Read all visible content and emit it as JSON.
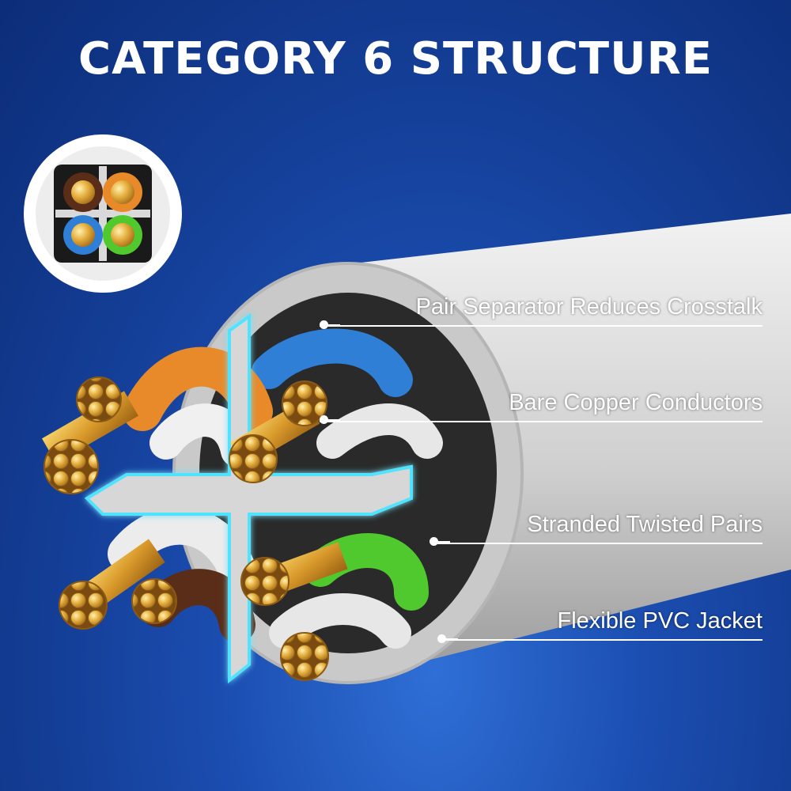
{
  "title": "CATEGORY 6 STRUCTURE",
  "callouts": [
    {
      "label": "Pair Separator Reduces Crosstalk"
    },
    {
      "label": "Bare Copper Conductors"
    },
    {
      "label": "Stranded Twisted Pairs"
    },
    {
      "label": "Flexible PVC Jacket"
    }
  ],
  "colors": {
    "background": "#1b4db0",
    "jacket": "#d8d8d8",
    "separator_glow": "#4fe3ff",
    "copper": "#e0a030",
    "pair_orange": "#e88a2a",
    "pair_blue": "#2f7fd6",
    "pair_green": "#4fc92e",
    "pair_brown": "#5a2d18"
  }
}
